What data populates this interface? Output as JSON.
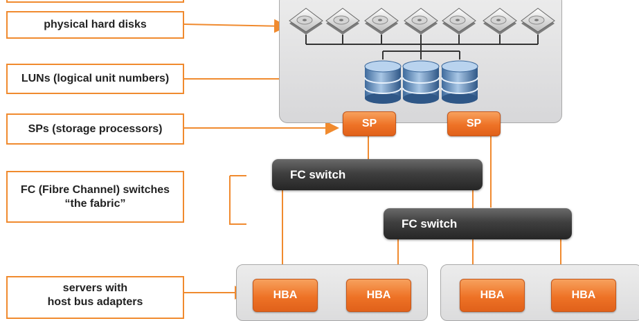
{
  "labels": {
    "disks": "physical hard disks",
    "luns": "LUNs (logical unit numbers)",
    "sps": "SPs (storage processors)",
    "switches_line1": "FC (Fibre Channel) switches",
    "switches_line2": "“the fabric”",
    "servers_line1": "servers with",
    "servers_line2": "host bus adapters"
  },
  "storage": {
    "sp_labels": [
      "SP",
      "SP"
    ]
  },
  "fabric": {
    "switch_labels": [
      "FC switch",
      "FC switch"
    ]
  },
  "servers": {
    "hba_labels": [
      "HBA",
      "HBA",
      "HBA",
      "HBA"
    ]
  },
  "colors": {
    "accent": "#f08a2e",
    "orange_box": "#ee7226",
    "switch_dark": "#333333",
    "panel_gray": "#dcdcdd",
    "disk_blue": "#5a86b8"
  },
  "icons": {
    "disk": "hard-disk-icon",
    "lun": "database-cylinder-icon"
  }
}
